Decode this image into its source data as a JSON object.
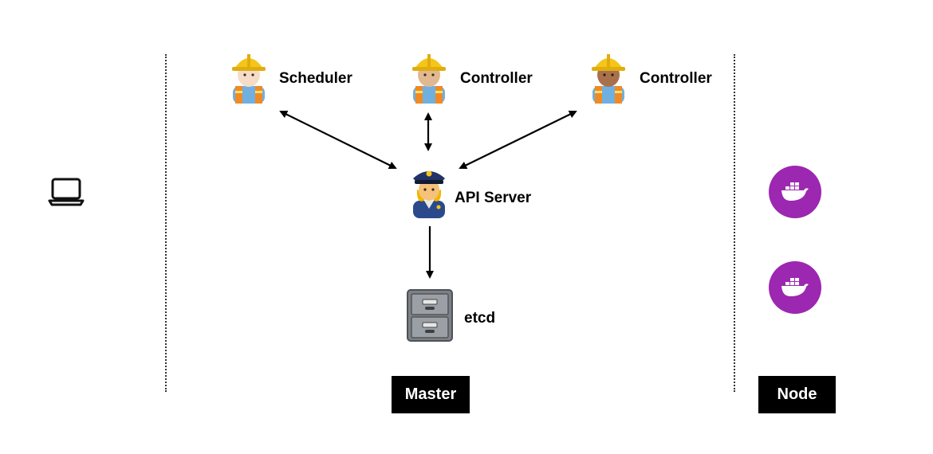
{
  "components": {
    "scheduler": {
      "label": "Scheduler",
      "icon": "construction-worker-icon"
    },
    "controller_1": {
      "label": "Controller",
      "icon": "construction-worker-icon"
    },
    "controller_2": {
      "label": "Controller",
      "icon": "construction-worker-icon"
    },
    "api_server": {
      "label": "API Server",
      "icon": "police-officer-icon"
    },
    "etcd": {
      "label": "etcd",
      "icon": "file-cabinet-icon"
    }
  },
  "client": {
    "icon": "laptop-icon"
  },
  "node": {
    "containers": [
      {
        "icon": "docker-whale-icon"
      },
      {
        "icon": "docker-whale-icon"
      }
    ]
  },
  "sections": {
    "master_label": "Master",
    "node_label": "Node"
  },
  "colors": {
    "docker_circle": "#9c27b0",
    "tag_background": "#000000",
    "hardhat": "#f5c518",
    "vest": "#f08a24",
    "police_uniform": "#2b4a8c"
  }
}
